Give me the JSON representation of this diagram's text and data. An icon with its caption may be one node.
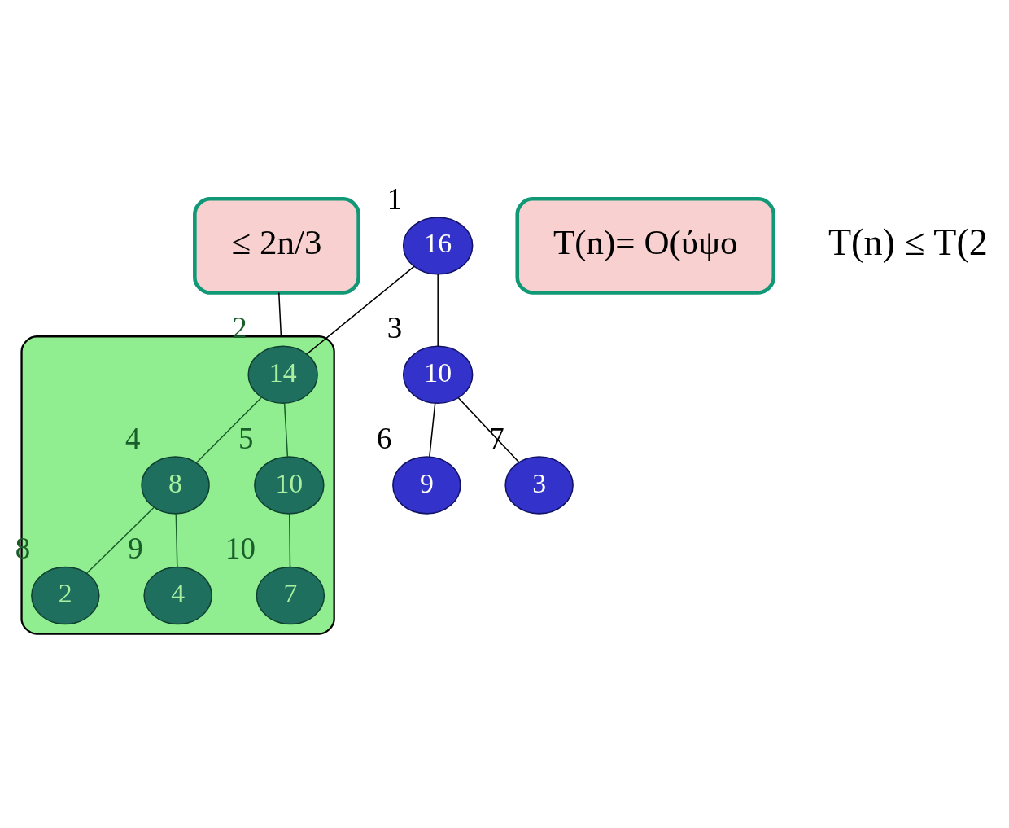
{
  "diagram": {
    "nodes": [
      {
        "text": [
          "≤ 2n/3"
        ]
      },
      {
        "text": [],
        "shape": "cloud"
      },
      {
        "text": [
          "16"
        ],
        "beside": [
          "1"
        ]
      },
      {
        "text": [
          "14"
        ],
        "beside": [
          "2"
        ],
        "in": 1
      },
      {
        "text": [
          "10"
        ],
        "beside": [
          "3"
        ]
      },
      {
        "text": [
          "8"
        ],
        "beside": [
          "4"
        ],
        "in": 1
      },
      {
        "text": [
          "10"
        ],
        "beside": [
          "5"
        ],
        "in": 1
      },
      {
        "text": [
          "9"
        ],
        "beside": [
          "6"
        ]
      },
      {
        "text": [
          "3"
        ],
        "beside": [
          "7"
        ]
      },
      {
        "text": [
          "2"
        ],
        "beside": [
          "8"
        ],
        "in": 1
      },
      {
        "text": [
          "4"
        ],
        "beside": [
          "9"
        ],
        "in": 1
      },
      {
        "text": [
          "7"
        ],
        "beside": [
          "10"
        ],
        "in": 1
      },
      {
        "text": [
          "T(n)= O(ύψο"
        ]
      }
    ],
    "edges": [
      {
        "from": 0,
        "to": 1,
        "arrow": "none"
      },
      {
        "from": 2,
        "to": 3,
        "arrow": "none"
      },
      {
        "from": 2,
        "to": 4,
        "arrow": "none"
      },
      {
        "from": 3,
        "to": 5,
        "arrow": "none",
        "color": "#1a5e2a"
      },
      {
        "from": 3,
        "to": 6,
        "arrow": "none",
        "color": "#1a5e2a"
      },
      {
        "from": 4,
        "to": 7,
        "arrow": "none"
      },
      {
        "from": 4,
        "to": 8,
        "arrow": "none"
      },
      {
        "from": 5,
        "to": 9,
        "arrow": "none",
        "color": "#1a5e2a"
      },
      {
        "from": 5,
        "to": 10,
        "arrow": "none",
        "color": "#1a5e2a"
      },
      {
        "from": 6,
        "to": 11,
        "arrow": "none",
        "color": "#1a5e2a"
      }
    ],
    "labels": [
      "T(n) ≤ T(2"
    ]
  }
}
